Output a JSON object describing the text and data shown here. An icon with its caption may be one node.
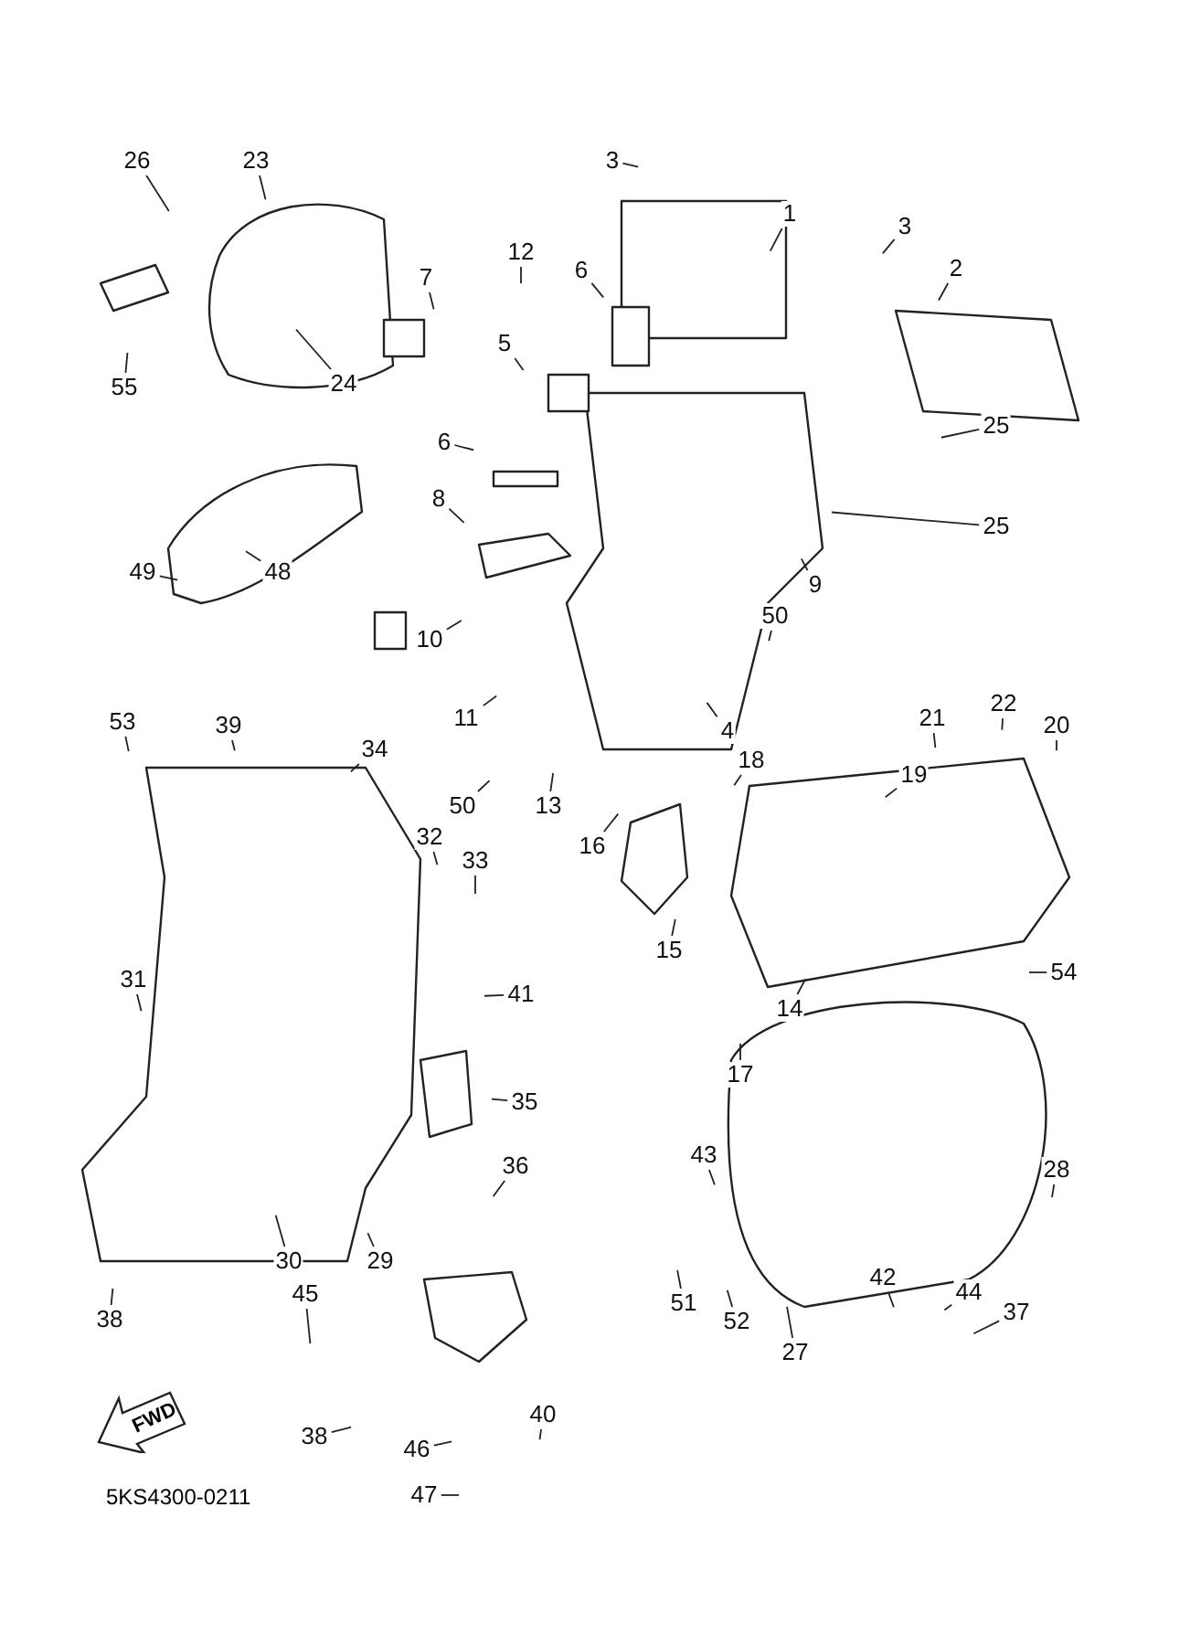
{
  "diagram": {
    "nodes": [
      {
        "text": [
          "26"
        ]
      },
      {
        "text": [
          "23"
        ]
      },
      {
        "text": [
          "3"
        ]
      },
      {
        "text": [
          "1"
        ]
      },
      {
        "text": [
          "3"
        ]
      },
      {
        "text": [
          "12"
        ]
      },
      {
        "text": [
          "2"
        ]
      },
      {
        "text": [
          "6"
        ]
      },
      {
        "text": [
          "7"
        ]
      },
      {
        "text": [
          "5"
        ]
      },
      {
        "text": [
          "55"
        ]
      },
      {
        "text": [
          "24"
        ]
      },
      {
        "text": [
          "6"
        ]
      },
      {
        "text": [
          "25"
        ]
      },
      {
        "text": [
          "8"
        ]
      },
      {
        "text": [
          "25"
        ]
      },
      {
        "text": [
          "49"
        ]
      },
      {
        "text": [
          "48"
        ]
      },
      {
        "text": [
          "9"
        ]
      },
      {
        "text": [
          "50"
        ]
      },
      {
        "text": [
          "10"
        ]
      },
      {
        "text": [
          "22"
        ]
      },
      {
        "text": [
          "53"
        ]
      },
      {
        "text": [
          "11"
        ]
      },
      {
        "text": [
          "21"
        ]
      },
      {
        "text": [
          "20"
        ]
      },
      {
        "text": [
          "39"
        ]
      },
      {
        "text": [
          "4"
        ]
      },
      {
        "text": [
          "34"
        ]
      },
      {
        "text": [
          "18"
        ]
      },
      {
        "text": [
          "19"
        ]
      },
      {
        "text": [
          "50"
        ]
      },
      {
        "text": [
          "13"
        ]
      },
      {
        "text": [
          "32"
        ]
      },
      {
        "text": [
          "16"
        ]
      },
      {
        "text": [
          "33"
        ]
      },
      {
        "text": [
          "15"
        ]
      },
      {
        "text": [
          "54"
        ]
      },
      {
        "text": [
          "31"
        ]
      },
      {
        "text": [
          "41"
        ]
      },
      {
        "text": [
          "14"
        ]
      },
      {
        "text": [
          "17"
        ]
      },
      {
        "text": [
          "35"
        ]
      },
      {
        "text": [
          "43"
        ]
      },
      {
        "text": [
          "36"
        ]
      },
      {
        "text": [
          "28"
        ]
      },
      {
        "text": [
          "29"
        ]
      },
      {
        "text": [
          "30"
        ]
      },
      {
        "text": [
          "42"
        ]
      },
      {
        "text": [
          "44"
        ]
      },
      {
        "text": [
          "45"
        ]
      },
      {
        "text": [
          "51"
        ]
      },
      {
        "text": [
          "37"
        ]
      },
      {
        "text": [
          "38"
        ]
      },
      {
        "text": [
          "52"
        ]
      },
      {
        "text": [
          "27"
        ]
      },
      {
        "text": [
          "40"
        ]
      },
      {
        "text": [
          "38"
        ]
      },
      {
        "text": [
          "46"
        ]
      },
      {
        "text": [
          "FWD"
        ]
      },
      {
        "text": [
          "47"
        ]
      }
    ],
    "edges": [
      {
        "from": 0,
        "to": null,
        "arrow": "none"
      },
      {
        "from": 1,
        "to": null,
        "arrow": "none"
      },
      {
        "from": 2,
        "to": null,
        "arrow": "none"
      },
      {
        "from": 3,
        "to": null,
        "arrow": "none"
      },
      {
        "from": 4,
        "to": null,
        "arrow": "none"
      },
      {
        "from": 5,
        "to": null,
        "arrow": "none"
      },
      {
        "from": 6,
        "to": null,
        "arrow": "none"
      },
      {
        "from": 7,
        "to": null,
        "arrow": "none"
      },
      {
        "from": 8,
        "to": null,
        "arrow": "none"
      },
      {
        "from": 9,
        "to": null,
        "arrow": "none"
      },
      {
        "from": 10,
        "to": null,
        "arrow": "none"
      },
      {
        "from": 11,
        "to": null,
        "arrow": "none"
      },
      {
        "from": 12,
        "to": null,
        "arrow": "none"
      },
      {
        "from": 13,
        "to": null,
        "arrow": "none"
      },
      {
        "from": 14,
        "to": null,
        "arrow": "none"
      },
      {
        "from": 15,
        "to": null,
        "arrow": "none"
      },
      {
        "from": 16,
        "to": null,
        "arrow": "none"
      },
      {
        "from": 17,
        "to": null,
        "arrow": "none"
      },
      {
        "from": 18,
        "to": null,
        "arrow": "none"
      },
      {
        "from": 19,
        "to": null,
        "arrow": "none"
      },
      {
        "from": 20,
        "to": null,
        "arrow": "none"
      },
      {
        "from": 21,
        "to": null,
        "arrow": "none"
      },
      {
        "from": 22,
        "to": null,
        "arrow": "none"
      },
      {
        "from": 23,
        "to": null,
        "arrow": "none"
      },
      {
        "from": 24,
        "to": null,
        "arrow": "none"
      },
      {
        "from": 25,
        "to": null,
        "arrow": "none"
      },
      {
        "from": 26,
        "to": null,
        "arrow": "none"
      },
      {
        "from": 27,
        "to": null,
        "arrow": "none"
      },
      {
        "from": 28,
        "to": null,
        "arrow": "none"
      },
      {
        "from": 29,
        "to": null,
        "arrow": "none"
      },
      {
        "from": 30,
        "to": null,
        "arrow": "none"
      },
      {
        "from": 31,
        "to": null,
        "arrow": "none"
      },
      {
        "from": 32,
        "to": null,
        "arrow": "none"
      },
      {
        "from": 33,
        "to": null,
        "arrow": "none"
      },
      {
        "from": 34,
        "to": null,
        "arrow": "none"
      },
      {
        "from": 35,
        "to": null,
        "arrow": "none"
      },
      {
        "from": 36,
        "to": null,
        "arrow": "none"
      },
      {
        "from": 37,
        "to": null,
        "arrow": "none"
      },
      {
        "from": 38,
        "to": null,
        "arrow": "none"
      },
      {
        "from": 39,
        "to": null,
        "arrow": "none"
      },
      {
        "from": 40,
        "to": null,
        "arrow": "none"
      },
      {
        "from": 41,
        "to": null,
        "arrow": "none"
      },
      {
        "from": 42,
        "to": null,
        "arrow": "none"
      },
      {
        "from": 43,
        "to": null,
        "arrow": "none"
      },
      {
        "from": 44,
        "to": null,
        "arrow": "none"
      },
      {
        "from": 45,
        "to": null,
        "arrow": "none"
      },
      {
        "from": 46,
        "to": null,
        "arrow": "none"
      },
      {
        "from": 47,
        "to": null,
        "arrow": "none"
      },
      {
        "from": 48,
        "to": null,
        "arrow": "none"
      },
      {
        "from": 49,
        "to": null,
        "arrow": "none"
      },
      {
        "from": 50,
        "to": null,
        "arrow": "none"
      },
      {
        "from": 51,
        "to": null,
        "arrow": "none"
      },
      {
        "from": 52,
        "to": null,
        "arrow": "none"
      },
      {
        "from": 53,
        "to": null,
        "arrow": "none"
      },
      {
        "from": 54,
        "to": null,
        "arrow": "none"
      },
      {
        "from": 55,
        "to": null,
        "arrow": "none"
      },
      {
        "from": 56,
        "to": null,
        "arrow": "none"
      },
      {
        "from": 57,
        "to": null,
        "arrow": "none"
      },
      {
        "from": 58,
        "to": null,
        "arrow": "none"
      },
      {
        "from": 60,
        "to": null,
        "arrow": "none"
      }
    ],
    "labels": [
      "5KS4300-0211"
    ]
  }
}
